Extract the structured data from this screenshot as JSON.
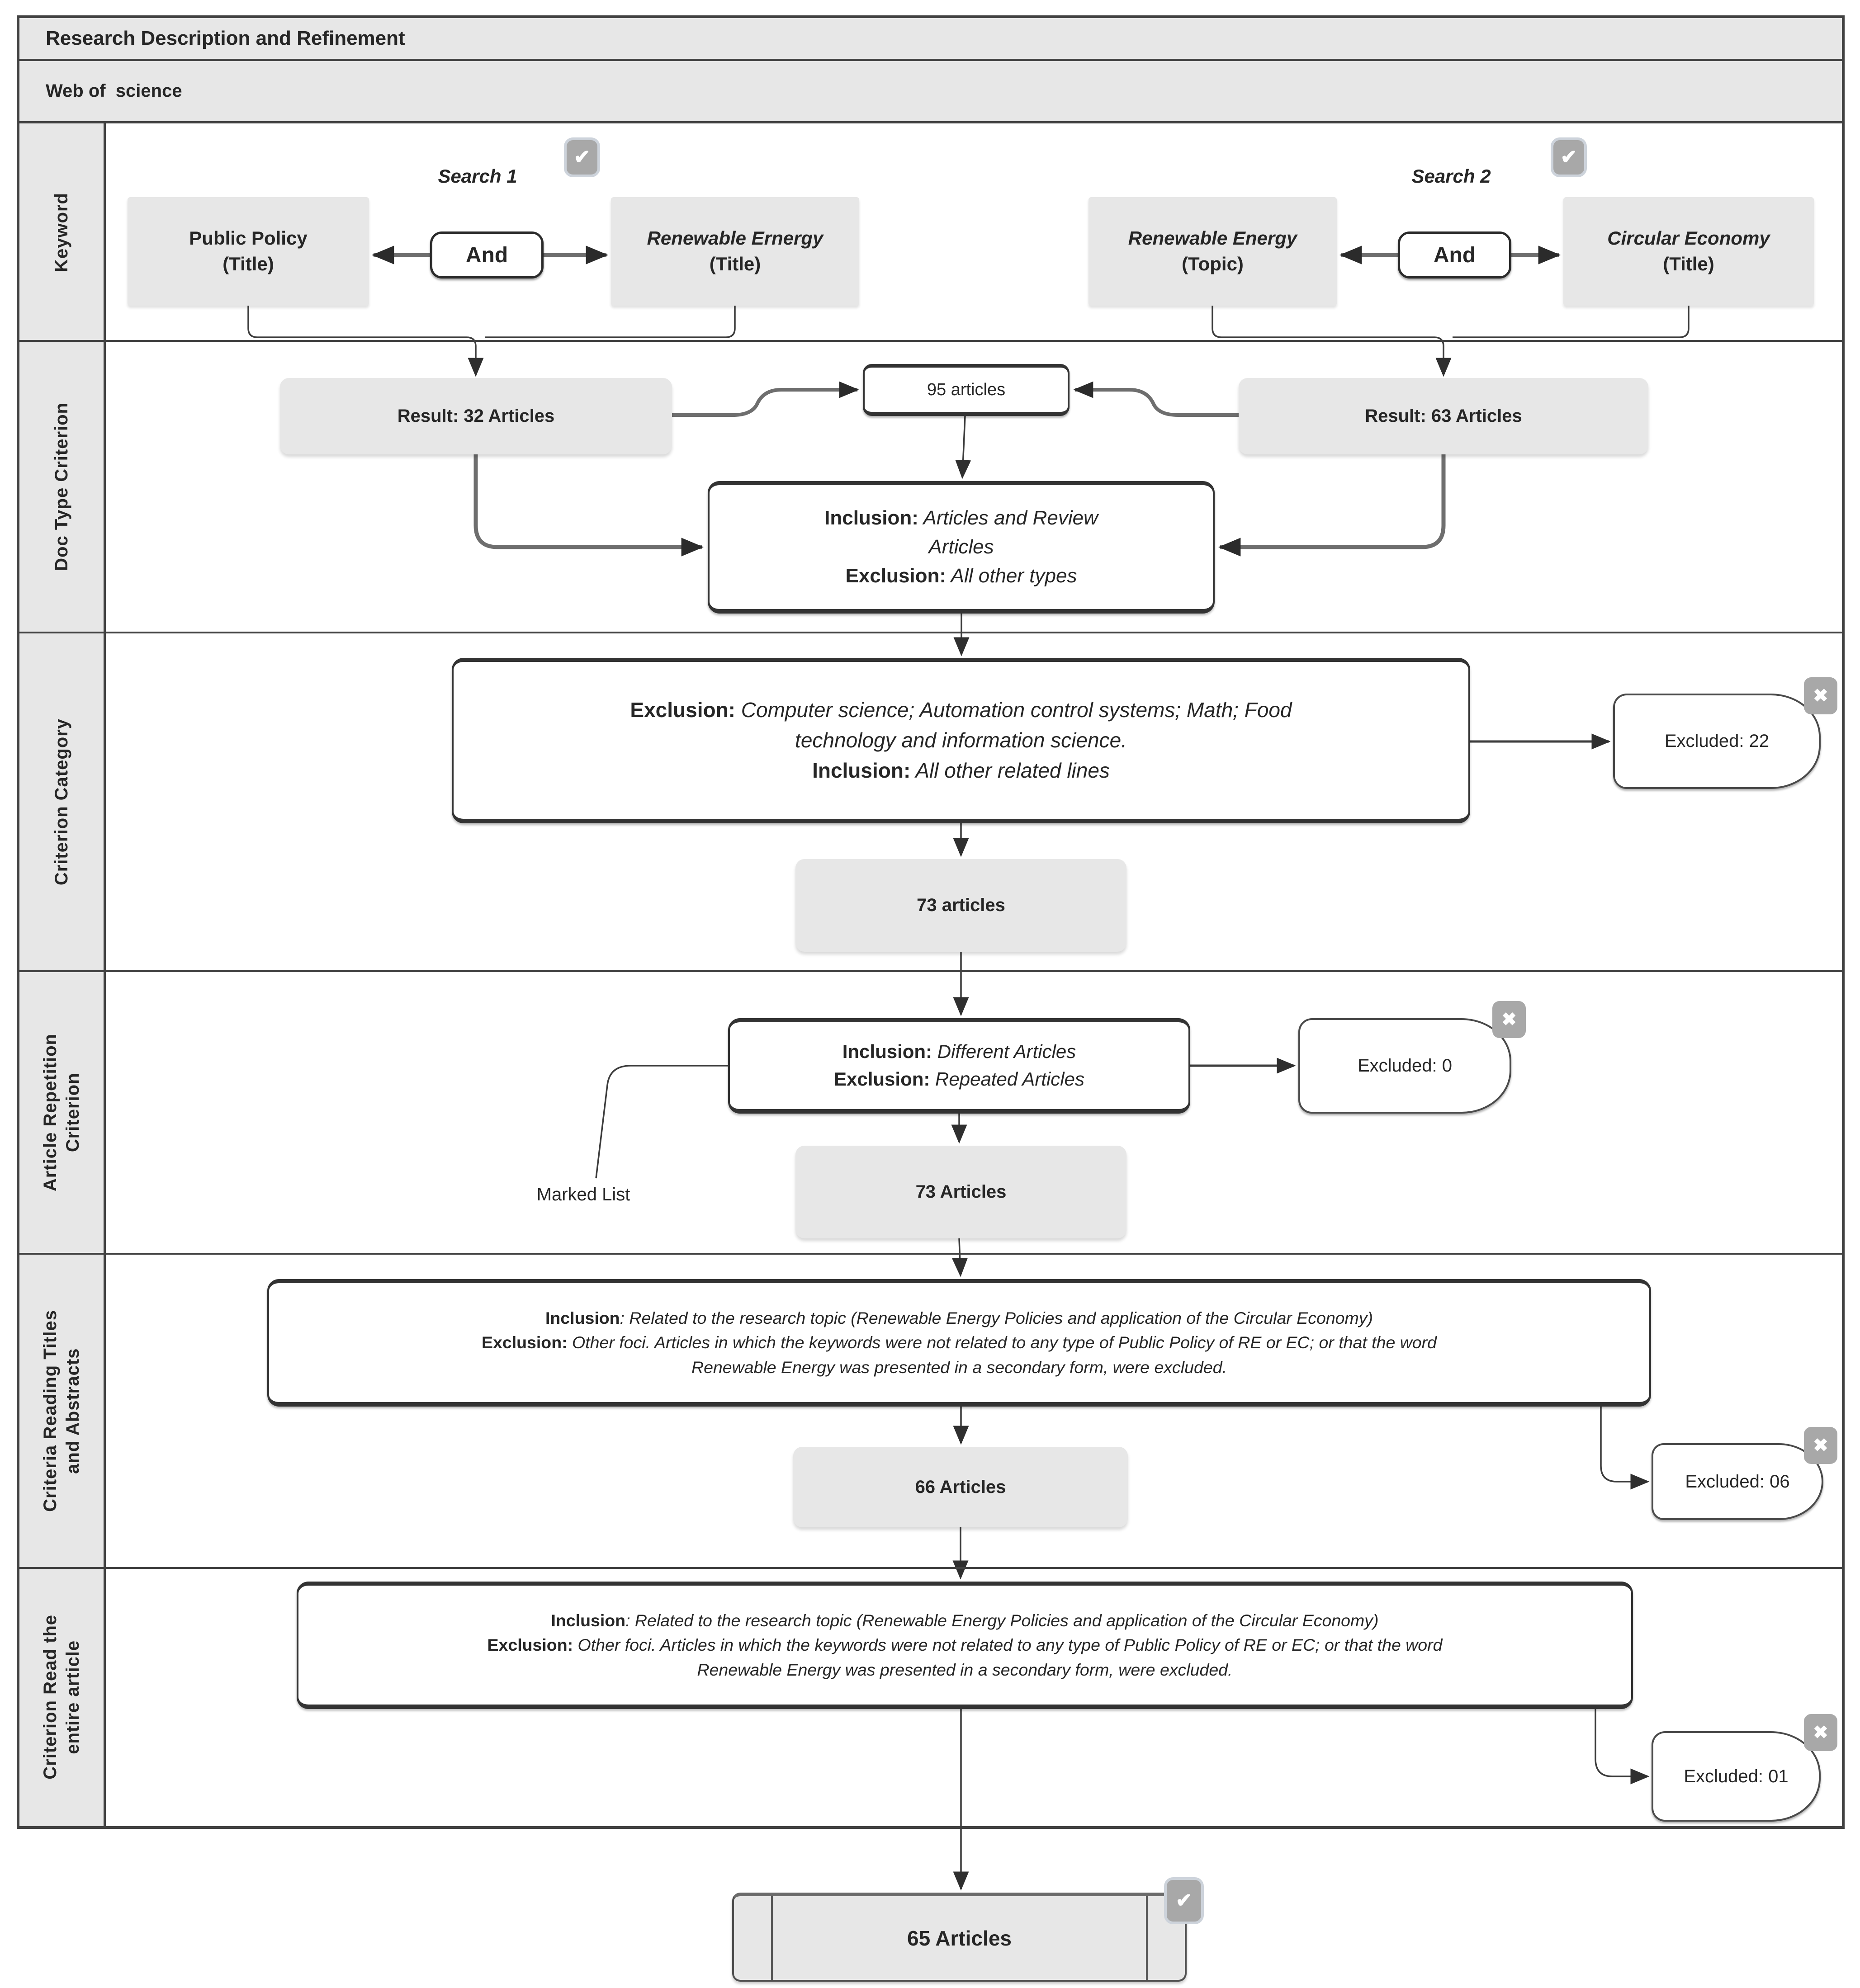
{
  "header": {
    "title": "Research Description and Refinement",
    "database": "Web of  science"
  },
  "sidebar": {
    "rows": [
      "Keyword",
      "Doc Type Criterion",
      "Criterion Category",
      "Article Repetition\nCriterion",
      "Criteria Reading Titles\nand Abstracts",
      "Criterion Read the\nentire article"
    ]
  },
  "icons": {
    "check": "✔",
    "cross": "✖"
  },
  "keyword": {
    "search1": {
      "title": "Search 1",
      "left1": "Public Policy",
      "left2": "(Title)",
      "op": "And",
      "right1": "Renewable Ernergy",
      "right2": "(Title)"
    },
    "search2": {
      "title": "Search 2",
      "left1": "Renewable Energy",
      "left2": "(Topic)",
      "op": "And",
      "right1": "Circular Economy",
      "right2": "(Title)"
    }
  },
  "doc_type": {
    "result1": "Result: 32 Articles",
    "merged": "95 articles",
    "result2": "Result: 63 Articles",
    "inclusion_label": "Inclusion:",
    "inclusion_text": " Articles and Review Articles",
    "exclusion_label": "Exclusion:",
    "exclusion_text": " All other types"
  },
  "category": {
    "exclusion_label": "Exclusion:",
    "exclusion_text": " Computer science; Automation control systems; Math; Food technology and information science.",
    "inclusion_label": "Inclusion:",
    "inclusion_text": " All other related lines",
    "excluded": "Excluded: 22",
    "count": "73 articles"
  },
  "repetition": {
    "inclusion_label": "Inclusion:",
    "inclusion_text": " Different Articles",
    "exclusion_label": "Exclusion:",
    "exclusion_text": " Repeated Articles",
    "excluded": "Excluded: 0",
    "count": "73 Articles",
    "marked": "Marked List"
  },
  "reading": {
    "inclusion_label": "Inclusion",
    "inclusion_text": ": Related to the research topic (Renewable Energy Policies and application of the Circular Economy)",
    "exclusion_label": "Exclusion:",
    "exclusion_text": " Other foci. Articles in which the keywords were not related to any type of Public Policy of RE or EC; or that the word Renewable Energy was presented in a secondary form, were excluded.",
    "excluded": "Excluded: 06",
    "count": "66 Articles"
  },
  "entire": {
    "inclusion_label": "Inclusion",
    "inclusion_text": ": Related to the research topic (Renewable Energy Policies and application of the Circular Economy)",
    "exclusion_label": "Exclusion:",
    "exclusion_text": " Other foci. Articles in which the keywords were not related to any type of Public Policy of RE or EC; or that the word Renewable Energy was presented in a secondary form, were excluded.",
    "excluded": "Excluded: 01"
  },
  "final": {
    "count": "65 Articles"
  }
}
